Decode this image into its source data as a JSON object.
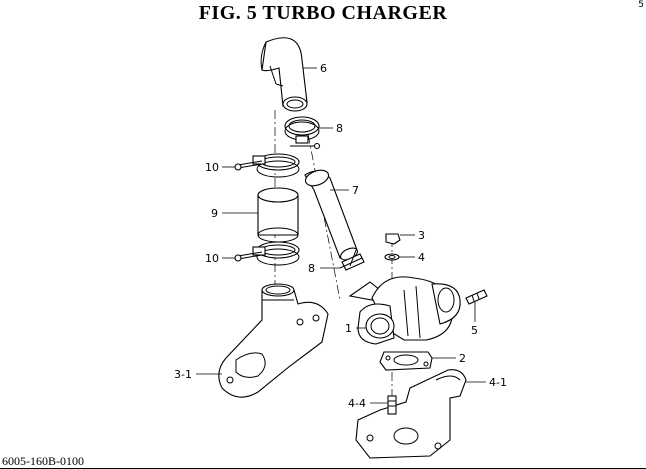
{
  "title": "FIG.  5  TURBO CHARGER",
  "corner_mark": "5",
  "document_number": "6005-160B-0100",
  "callouts": {
    "c6": "6",
    "c8a": "8",
    "c10a": "10",
    "c7": "7",
    "c9": "9",
    "c3": "3",
    "c10b": "10",
    "c4": "4",
    "c8b": "8",
    "c5": "5",
    "c1": "1",
    "c2": "2",
    "c31": "3-1",
    "c41": "4-1",
    "c44": "4-4"
  }
}
